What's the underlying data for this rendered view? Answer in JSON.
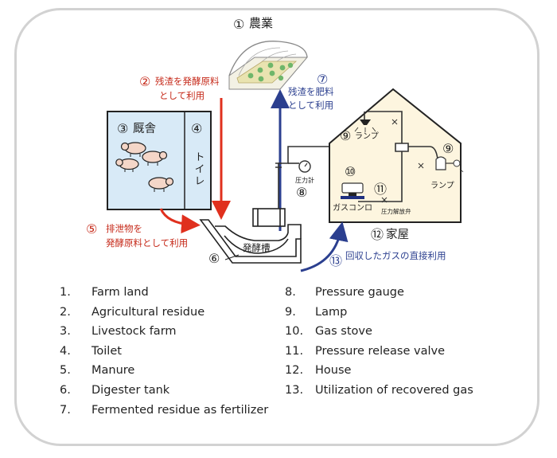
{
  "diagram": {
    "labels": {
      "farm": "農業",
      "barn": "厩舎",
      "toilet": "トイレ",
      "residue_to_digester": [
        "残渣を発酵原料",
        "として利用"
      ],
      "residue_as_fertilizer": [
        "残渣を肥料",
        "として利用"
      ],
      "manure": [
        "排泄物を",
        "発酵原料として利用"
      ],
      "digester": "発酵槽",
      "pressure_gauge": "圧力計",
      "lamp": "ランプ",
      "gas_stove": "ガスコンロ",
      "pressure_valve": "圧力解放弁",
      "house": "家屋",
      "recovered_gas": "回収したガスの直接利用"
    },
    "markers": {
      "m1": "①",
      "m2": "②",
      "m3": "③",
      "m4": "④",
      "m5": "⑤",
      "m6": "⑥",
      "m7": "⑦",
      "m8": "⑧",
      "m9a": "⑨",
      "m9b": "⑨",
      "m10": "⑩",
      "m11": "⑪",
      "m12": "⑫",
      "m13": "⑬"
    },
    "colors": {
      "red_arrow": "#e0301e",
      "blue_arrow": "#2b3f8f",
      "barn_fill": "#d8eaf7",
      "house_fill": "#fdf5df",
      "greenhouse_fill": "#e9e3b0"
    }
  },
  "legend": {
    "items": [
      {
        "num": "1.",
        "text": "Farm land"
      },
      {
        "num": "2.",
        "text": "Agricultural residue"
      },
      {
        "num": "3.",
        "text": "Livestock farm"
      },
      {
        "num": "4.",
        "text": "Toilet"
      },
      {
        "num": "5.",
        "text": "Manure"
      },
      {
        "num": "6.",
        "text": "Digester tank"
      },
      {
        "num": "7.",
        "text": "Fermented residue as fertilizer"
      },
      {
        "num": "8.",
        "text": "Pressure gauge"
      },
      {
        "num": "9.",
        "text": "Lamp"
      },
      {
        "num": "10.",
        "text": "Gas stove"
      },
      {
        "num": "11.",
        "text": "Pressure release valve"
      },
      {
        "num": "12.",
        "text": "House"
      },
      {
        "num": "13.",
        "text": "Utilization of recovered gas"
      }
    ]
  }
}
